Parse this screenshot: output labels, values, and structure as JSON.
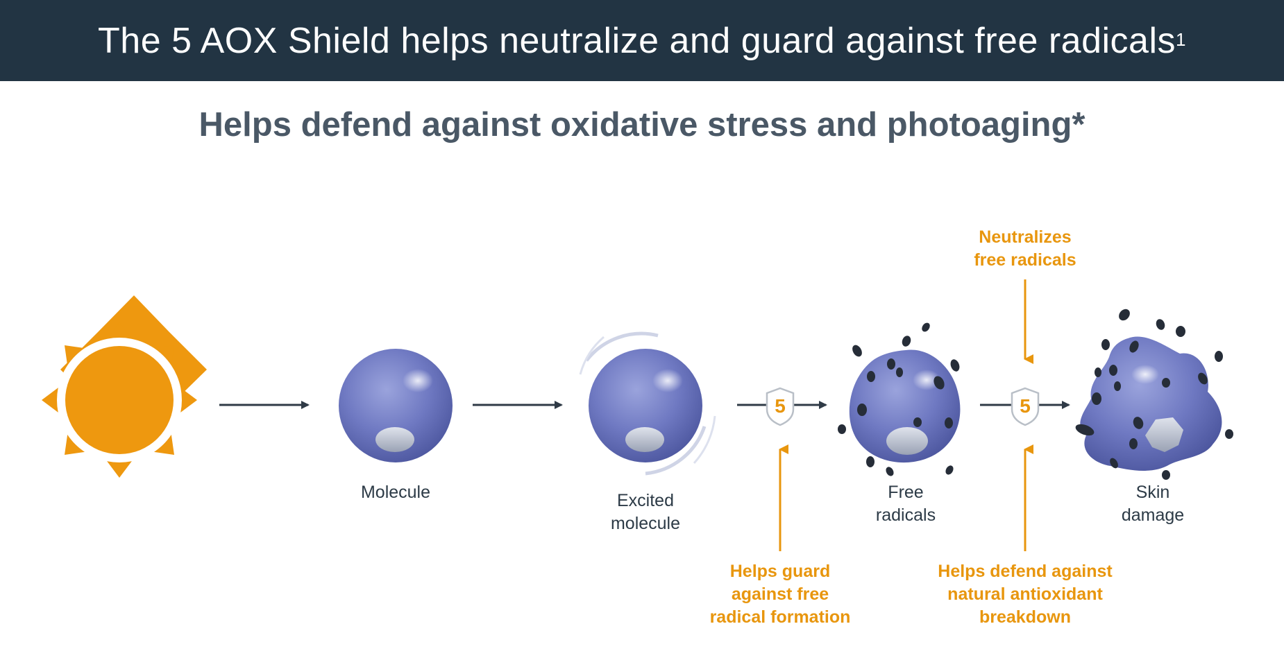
{
  "header": {
    "title": "The 5 AOX Shield helps neutralize and guard against free radicals",
    "title_sup": "1"
  },
  "subtitle": "Helps defend against oxidative stress and photoaging*",
  "stages": {
    "molecule": "Molecule",
    "excited_line1": "Excited",
    "excited_line2": "molecule",
    "free_line1": "Free",
    "free_line2": "radicals",
    "skin_line1": "Skin",
    "skin_line2": "damage"
  },
  "shield_badge": "5",
  "callouts": {
    "neutralizes_line1": "Neutralizes",
    "neutralizes_line2": "free radicals",
    "guard_line1": "Helps guard",
    "guard_line2": "against free",
    "guard_line3": "radical formation",
    "defend_line1": "Helps defend against",
    "defend_line2": "natural antioxidant",
    "defend_line3": "breakdown"
  },
  "colors": {
    "header_bg": "#223443",
    "accent_orange": "#e8960e",
    "sphere_blue": "#6e79c2",
    "particle_dark": "#262d38"
  }
}
